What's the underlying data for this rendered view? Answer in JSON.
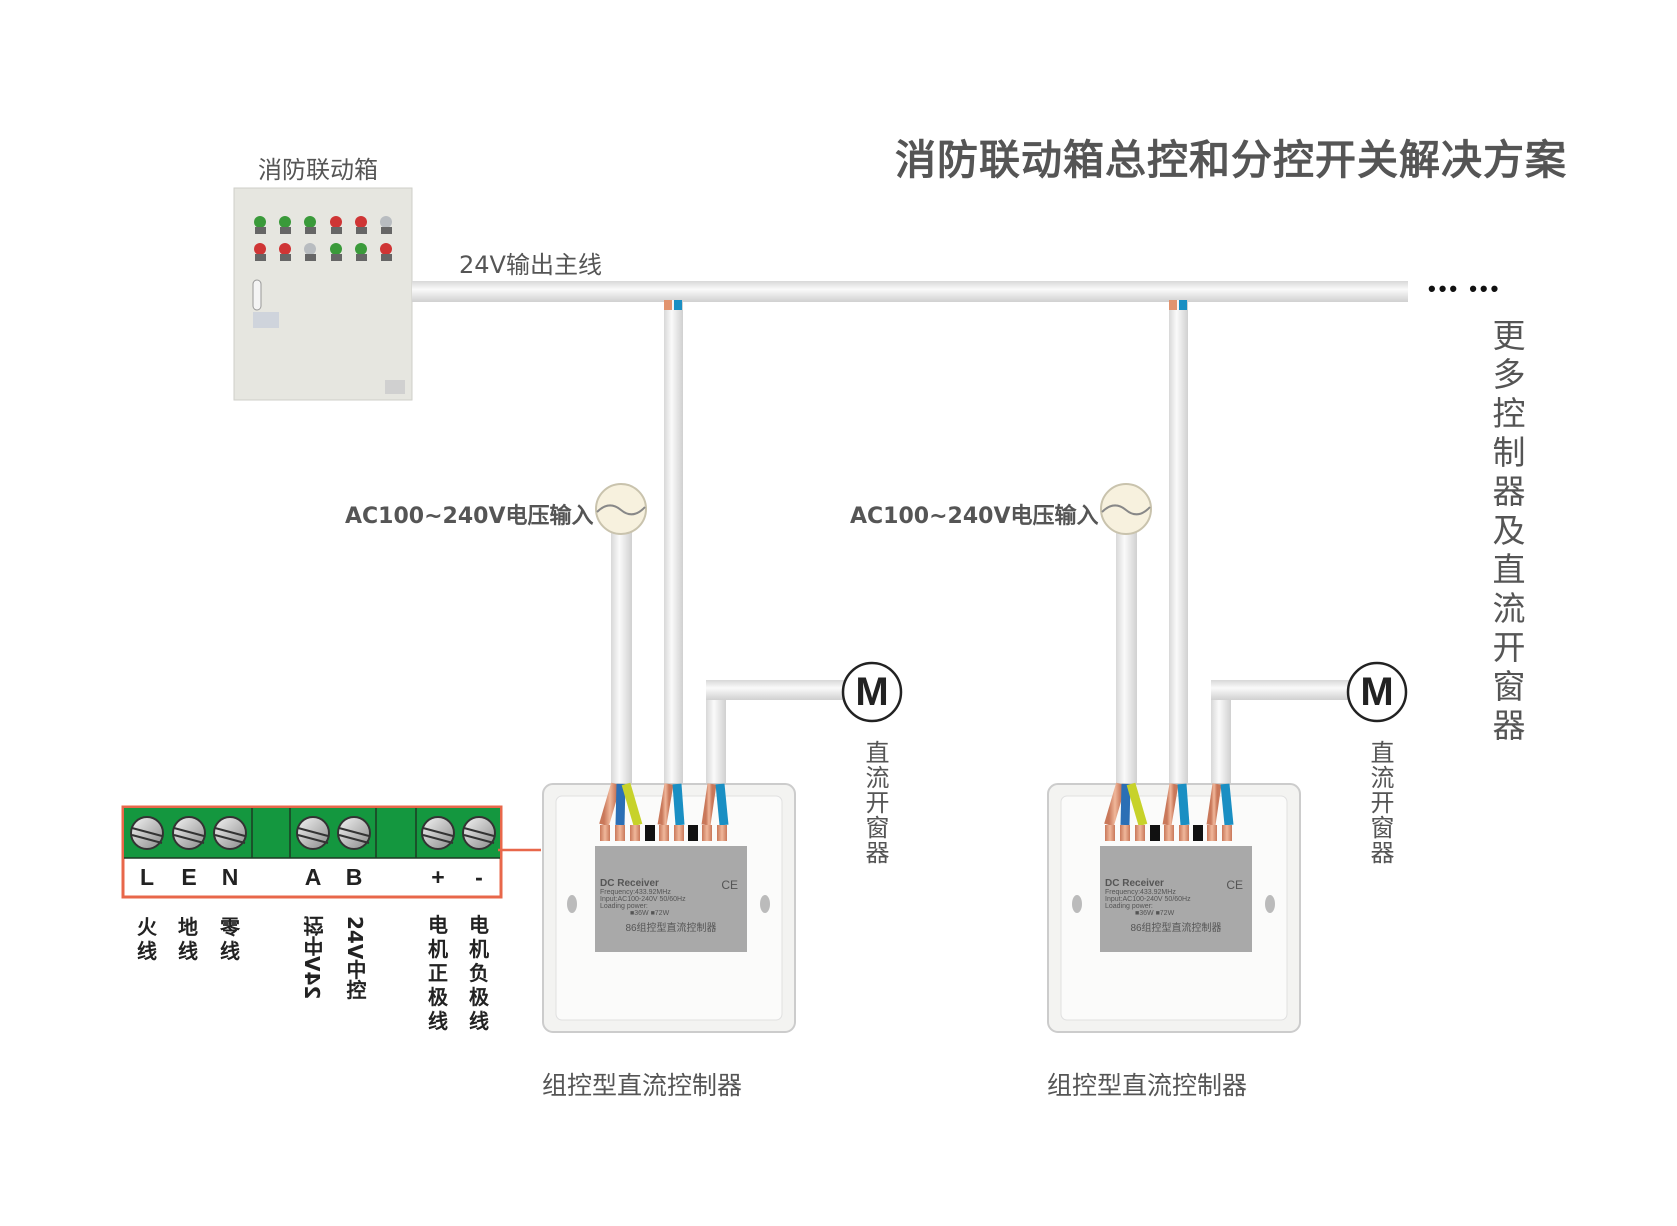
{
  "title": "消防联动箱总控和分控开关解决方案",
  "fire_box": {
    "label": "消防联动箱"
  },
  "main_bus": {
    "label": "24V输出主线",
    "continuation": "••• •••"
  },
  "more_note": "更多控制器及直流开窗器",
  "controllers": [
    {
      "ac_input_label": "AC100~240V电压输入",
      "motor_symbol": "M",
      "motor_label": "直流开窗器",
      "caption": "组控型直流控制器",
      "plate": {
        "heading": "DC Receiver",
        "frequency": "Frequency:433.92MHz",
        "input": "Input:AC100-240V 50/60Hz",
        "loading": "Loading power:",
        "options": "■36W  ■72W",
        "model": "86组控型直流控制器",
        "mark": "CE"
      }
    },
    {
      "ac_input_label": "AC100~240V电压输入",
      "motor_symbol": "M",
      "motor_label": "直流开窗器",
      "caption": "组控型直流控制器",
      "plate": {
        "heading": "DC Receiver",
        "frequency": "Frequency:433.92MHz",
        "input": "Input:AC100-240V 50/60Hz",
        "loading": "Loading power:",
        "options": "■36W  ■72W",
        "model": "86组控型直流控制器",
        "mark": "CE"
      }
    }
  ],
  "terminal_block": {
    "terminals": [
      {
        "code": "L",
        "desc": "火线"
      },
      {
        "code": "E",
        "desc": "地线"
      },
      {
        "code": "N",
        "desc": "零线"
      },
      {
        "code": "A",
        "desc": "24V中控"
      },
      {
        "code": "B",
        "desc": "24V中控"
      },
      {
        "code": "+",
        "desc": "电机正极线"
      },
      {
        "code": "-",
        "desc": "电机负极线"
      }
    ]
  },
  "colors": {
    "terminal_green": "#14973f",
    "terminal_border": "#e8674a",
    "text": "#555555",
    "ac_symbol": "#f6f0dc"
  }
}
